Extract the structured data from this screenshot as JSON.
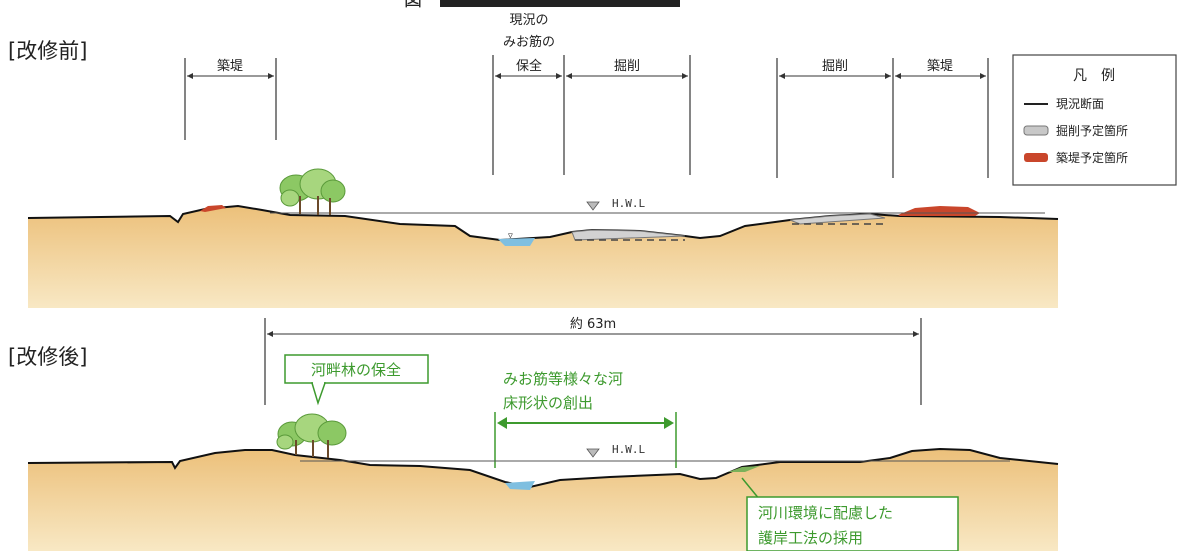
{
  "title_fragment": "図",
  "before": {
    "label": "[改修前]",
    "current_channel_label": [
      "現況の",
      "みお筋の",
      "保全"
    ],
    "embankment_left": "築堤",
    "excavation_center": "掘削",
    "excavation_right": "掘削",
    "embankment_right": "築堤",
    "hwl": "H.W.L"
  },
  "legend": {
    "title": "凡　例",
    "items": [
      {
        "label": "現況断面",
        "color": "#222222"
      },
      {
        "label": "掘削予定箇所",
        "color": "#c8c8c8"
      },
      {
        "label": "築堤予定箇所",
        "color": "#c9462b"
      }
    ]
  },
  "after": {
    "label": "[改修後]",
    "width_label": "約 63m",
    "callout_forest": "河畔林の保全",
    "callout_channel": [
      "みお筋等様々な河",
      "床形状の創出"
    ],
    "callout_bank": [
      "河川環境に配慮した",
      "護岸工法の採用"
    ],
    "hwl": "H.W.L"
  },
  "colors": {
    "ground_top": "#ecc07a",
    "ground_bottom": "#f6e1b6",
    "water": "#7fbfe0",
    "callout_green": "#3d9a2e",
    "tree": "#6cb24a"
  }
}
